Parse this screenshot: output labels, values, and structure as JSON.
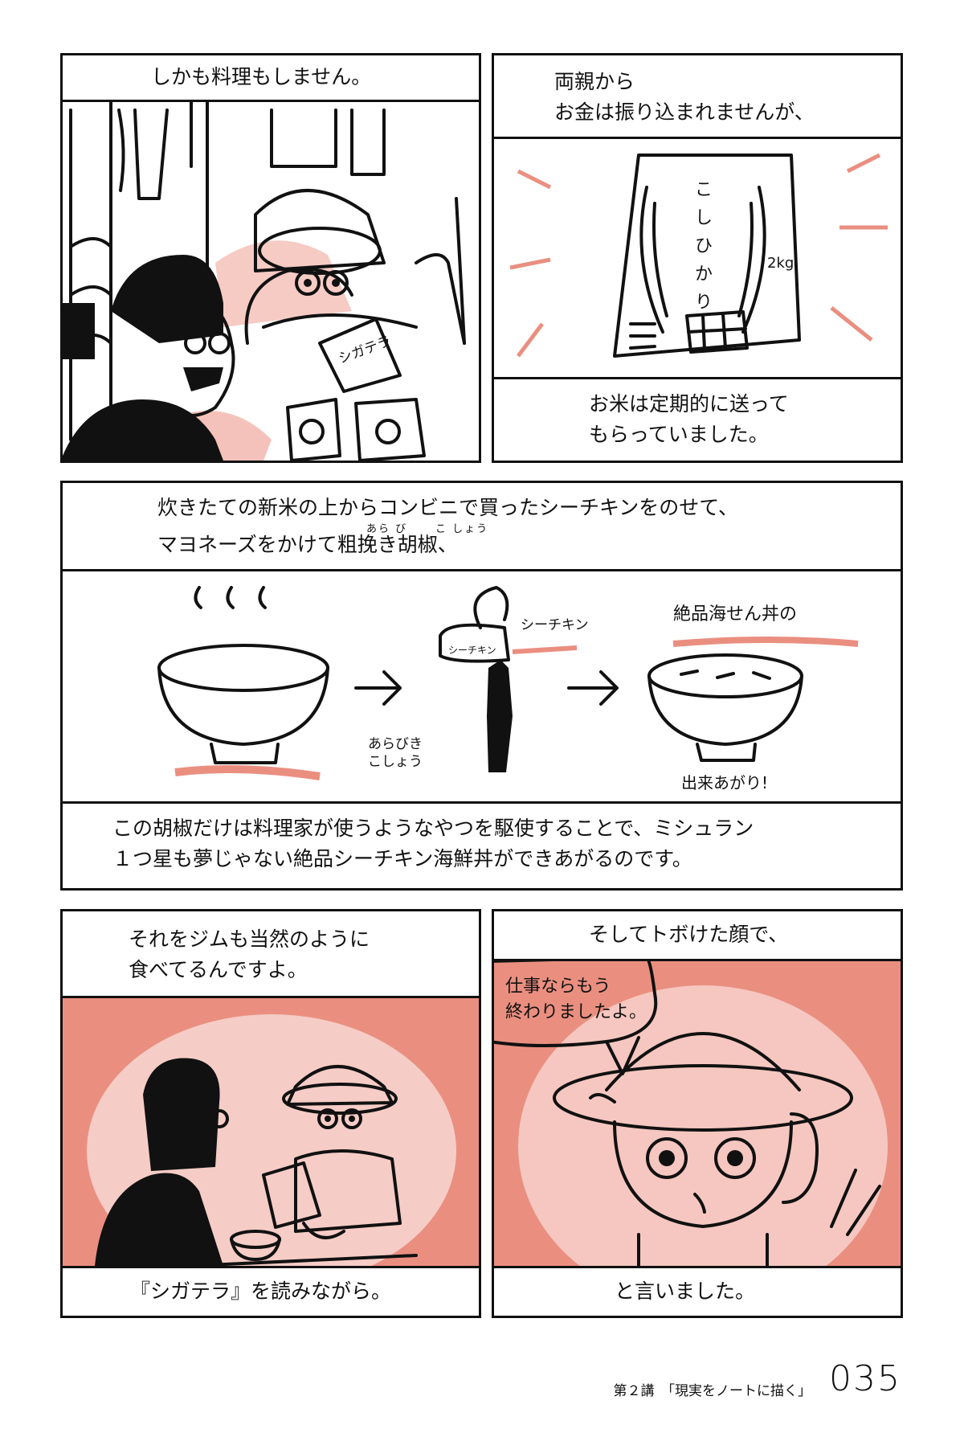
{
  "panels": {
    "p1": {
      "caption": "しかも料理もしません。",
      "book_label": "シガテラ"
    },
    "p2": {
      "caption_top": "両親から\nお金は振り込まれませんが、",
      "caption_bottom": "お米は定期的に送って\nもらっていました。",
      "bag_label": "こしひかり",
      "bag_weight": "2kg"
    },
    "p3": {
      "caption_top_line1": "炊きたての新米の上からコンビニで買ったシーチキンをのせて、",
      "caption_top_line2": "マヨネーズをかけて粗挽き胡椒、",
      "ruby_arabiki": "あら び",
      "ruby_kosho": "こ しょう",
      "label_tuna": "シーチキン",
      "label_pepper_1": "あらびき",
      "label_pepper_2": "こしょう",
      "label_title": "絶品海せん丼の",
      "label_done": "出来あがり!",
      "caption_bottom": "この胡椒だけは料理家が使うようなやつを駆使することで、ミシュラン\n１つ星も夢じゃない絶品シーチキン海鮮丼ができあがるのです。"
    },
    "p4": {
      "caption_top": "それをジムも当然のように\n食べてるんですよ。",
      "caption_bottom": "『シガテラ』を読みながら。"
    },
    "p5": {
      "caption_top": "そしてトボけた顔で、",
      "speech": "仕事ならもう\n終わりましたよ。",
      "caption_bottom": "と言いました。"
    }
  },
  "footer": {
    "chapter": "第２講　「現実をノートに描く」",
    "page_number": "035"
  },
  "colors": {
    "ink": "#111111",
    "crayon_pink": "#ea8f80"
  }
}
